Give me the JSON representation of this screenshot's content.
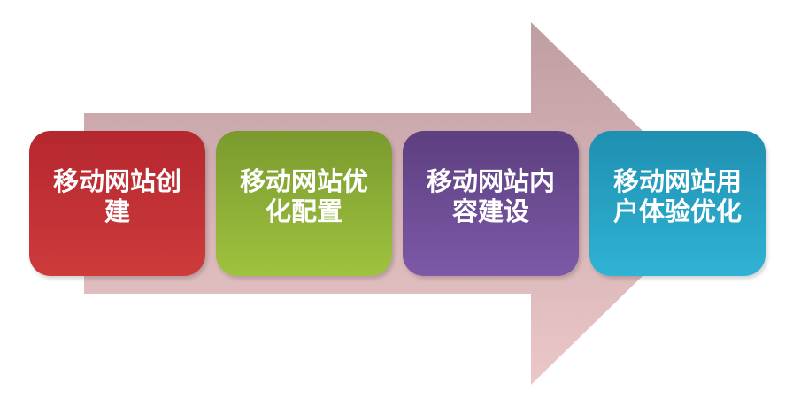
{
  "steps": [
    {
      "line1": "移动网站创",
      "line2": "建",
      "color": "#c0333a"
    },
    {
      "line1": "移动网站优",
      "line2": "化配置",
      "color": "#8db23a"
    },
    {
      "line1": "移动网站内",
      "line2": "容建设",
      "color": "#6c4c95"
    },
    {
      "line1": "移动网站用",
      "line2": "户体验优化",
      "color": "#27a3c6"
    }
  ],
  "arrow": {
    "color_start": "#c9a7aa",
    "color_end": "#e7c4c5"
  }
}
